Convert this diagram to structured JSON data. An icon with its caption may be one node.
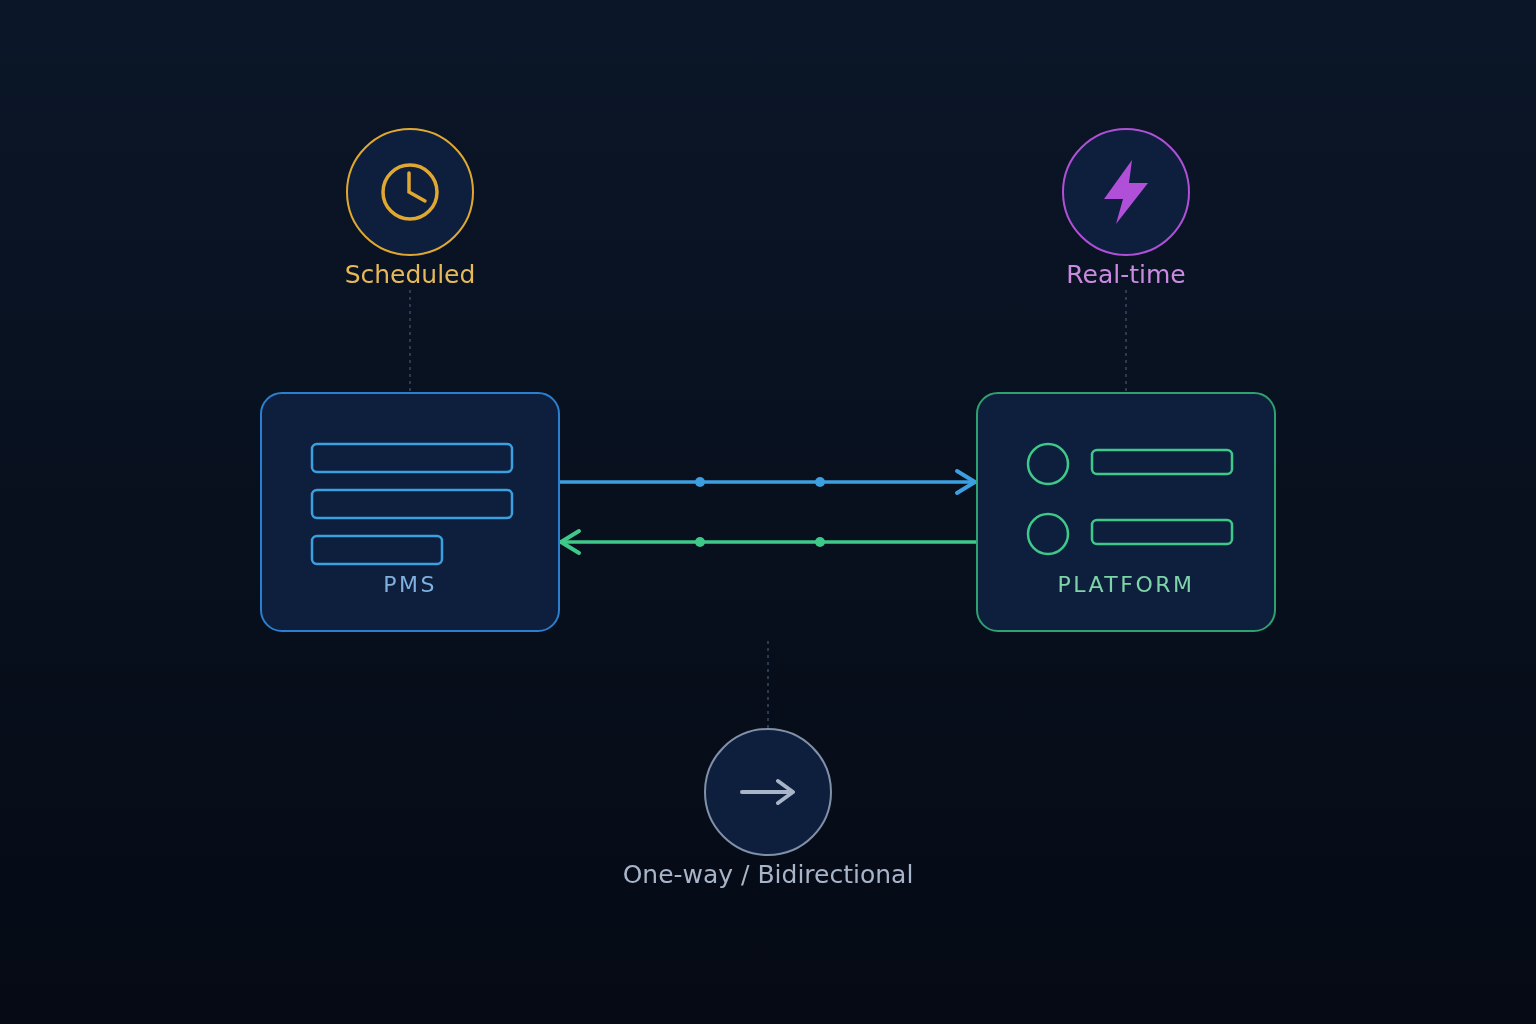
{
  "diagram": {
    "nodes": [
      {
        "text": [
          "Scheduled"
        ]
      },
      {
        "text": [
          "Real-time"
        ]
      },
      {
        "text": [
          "PMS"
        ]
      },
      {
        "text": [
          "PLATFORM"
        ]
      },
      {
        "text": [
          "One-way / Bidirectional"
        ]
      }
    ],
    "edges": [
      {
        "from": 2,
        "to": 3,
        "arrow": "to",
        "color": "#3b9fe0"
      },
      {
        "from": 3,
        "to": 2,
        "arrow": "to",
        "color": "#3ec98a"
      },
      {
        "from": 0,
        "to": 2,
        "arrow": "none",
        "style": "dashed",
        "color": "#3a4a60"
      },
      {
        "from": 1,
        "to": 3,
        "arrow": "none",
        "style": "dashed",
        "color": "#3a4a60"
      },
      {
        "from": 4,
        "to": null,
        "arrow": "none",
        "style": "dashed",
        "color": "#3a4a60"
      }
    ]
  }
}
